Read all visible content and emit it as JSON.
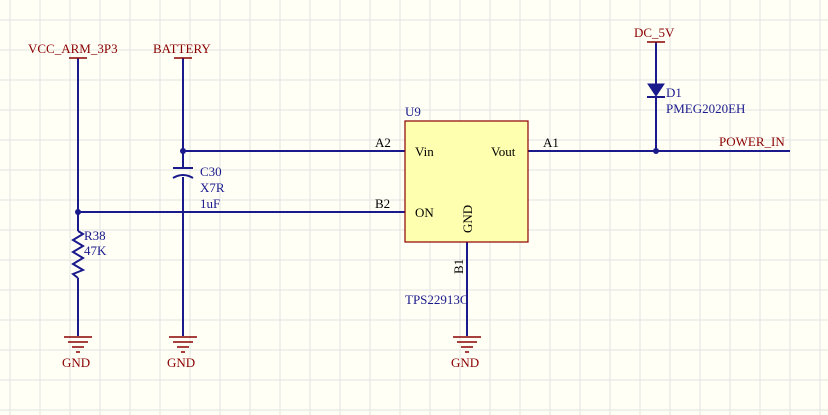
{
  "schematic": {
    "nets": {
      "vcc_arm": "VCC_ARM_3P3",
      "battery": "BATTERY",
      "dc_5v": "DC_5V",
      "power_in": "POWER_IN"
    },
    "ground_label": "GND",
    "u9": {
      "designator": "U9",
      "part": "TPS22913C",
      "pins": {
        "vin": "Vin",
        "vout": "Vout",
        "on": "ON",
        "gnd": "GND"
      },
      "pin_numbers": {
        "a2": "A2",
        "a1": "A1",
        "b2": "B2",
        "b1": "B1"
      }
    },
    "c30": {
      "designator": "C30",
      "dielectric": "X7R",
      "value": "1uF"
    },
    "r38": {
      "designator": "R38",
      "value": "47K"
    },
    "d1": {
      "designator": "D1",
      "part": "PMEG2020EH"
    }
  },
  "colors": {
    "wire": "#1a1a8c",
    "power_port": "#8b0000",
    "ic_fill": "#ffffb0",
    "background": "#fffff6"
  }
}
